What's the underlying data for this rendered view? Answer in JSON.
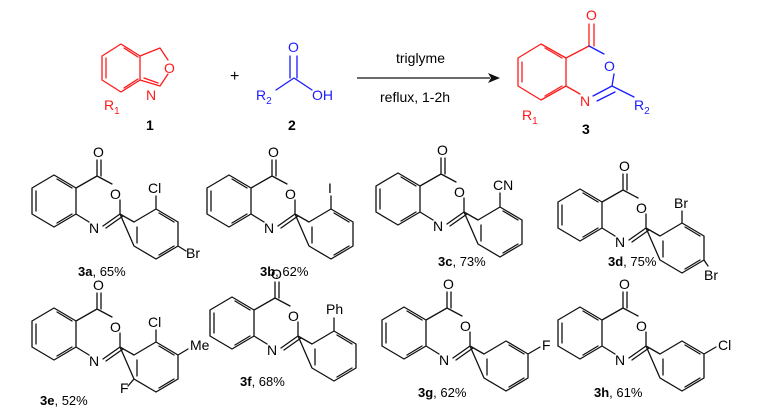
{
  "colors": {
    "reactant1": "#ff1a1a",
    "reactant2": "#1a1aff",
    "bonds": "#111111"
  },
  "reaction": {
    "plus": "+",
    "conditions_top": "triglyme",
    "conditions_bottom": "reflux, 1-2h",
    "reactant1": {
      "number": "1",
      "substituent": "R",
      "substituent_sub": "1",
      "atoms": {
        "O": "O",
        "N": "N"
      }
    },
    "reactant2": {
      "number": "2",
      "group": "R",
      "group_sub": "2",
      "atoms": {
        "O": "O",
        "OH": "OH"
      }
    },
    "product": {
      "number": "3",
      "r1": "R",
      "r1_sub": "1",
      "r2": "R",
      "r2_sub": "2",
      "atoms": {
        "carbonyl_O": "O",
        "ring_O": "O",
        "N": "N"
      }
    }
  },
  "products": [
    {
      "id": "3a",
      "yield": ", 65%",
      "substituents": [
        "Cl",
        "Br"
      ]
    },
    {
      "id": "3b",
      "yield": ", 62%",
      "substituents": [
        "I"
      ]
    },
    {
      "id": "3c",
      "yield": ", 73%",
      "substituents": [
        "CN"
      ]
    },
    {
      "id": "3d",
      "yield": ", 75%",
      "substituents": [
        "Br",
        "Br"
      ]
    },
    {
      "id": "3e",
      "yield": ", 52%",
      "substituents": [
        "Cl",
        "Me",
        "F"
      ]
    },
    {
      "id": "3f",
      "yield": ", 68%",
      "substituents": [
        "Ph"
      ]
    },
    {
      "id": "3g",
      "yield": ", 62%",
      "substituents": [
        "F"
      ]
    },
    {
      "id": "3h",
      "yield": ", 61%",
      "substituents": [
        "Cl"
      ]
    }
  ]
}
